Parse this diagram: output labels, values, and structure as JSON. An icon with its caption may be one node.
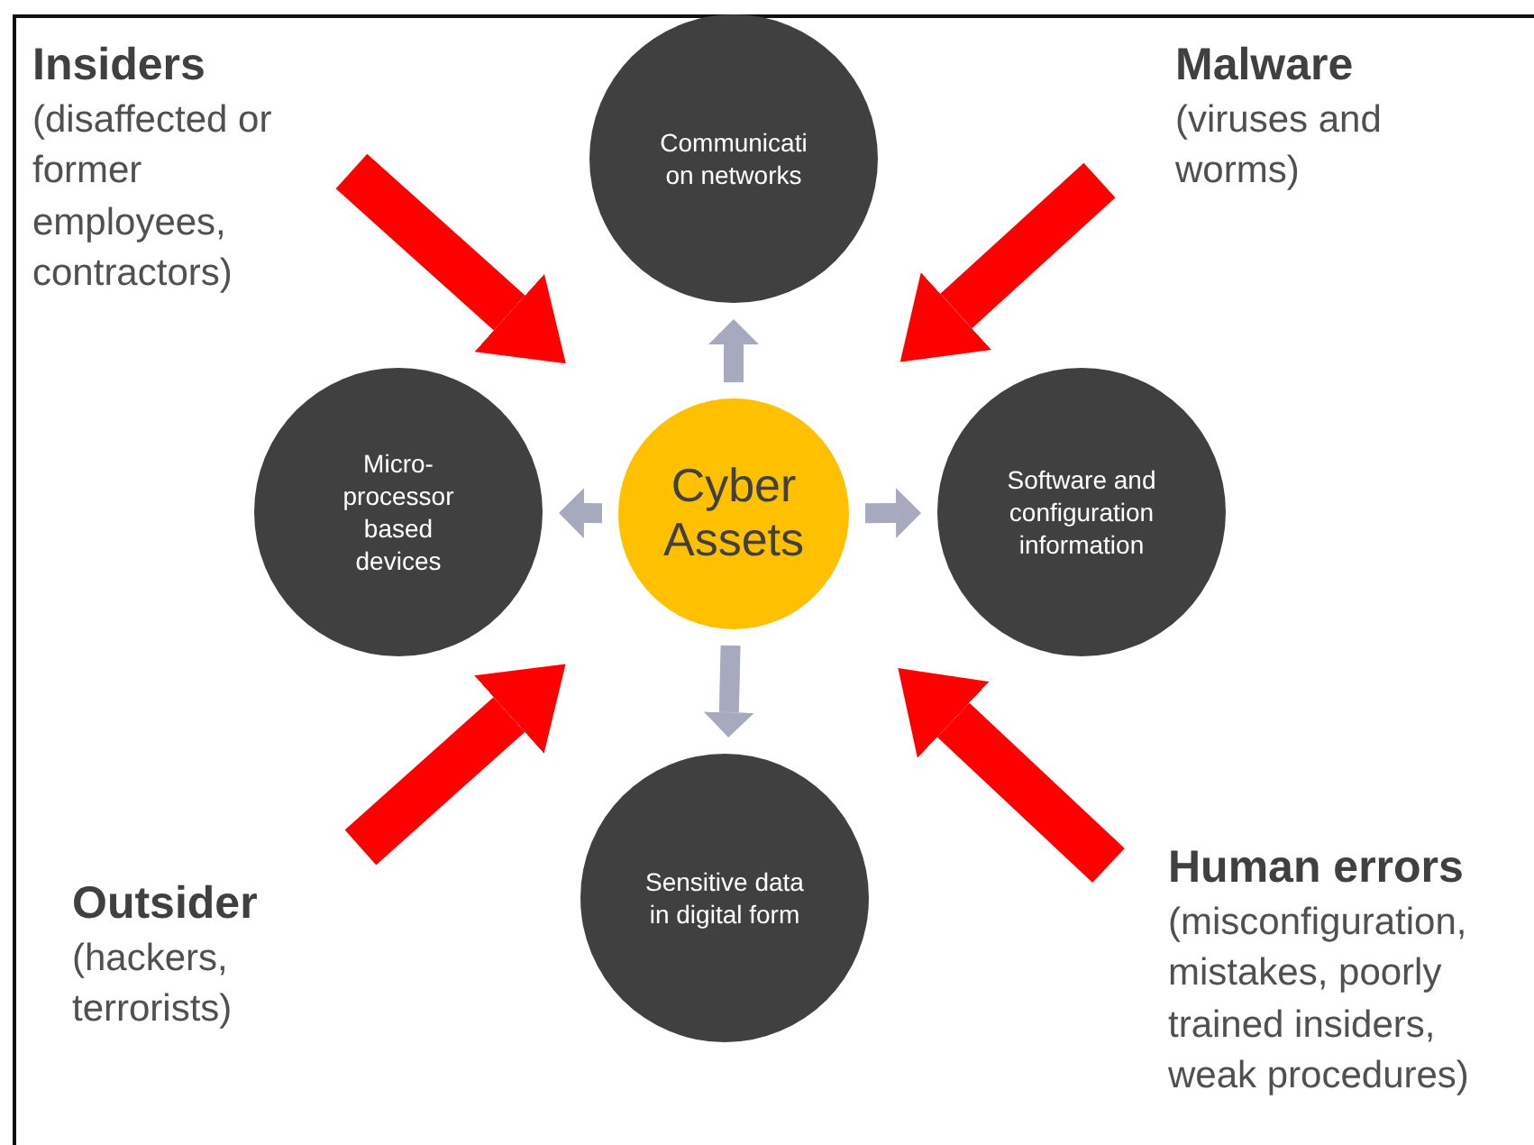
{
  "diagram": {
    "nodes": [
      {
        "text": [
          "Insiders",
          "(disaffected or former employees, contractors)"
        ]
      },
      {
        "text": [
          "Malware",
          "(viruses and worms)"
        ]
      },
      {
        "text": [
          "Communicati on networks"
        ]
      },
      {
        "text": [
          "Micro-processor based devices"
        ]
      },
      {
        "text": [
          "Cyber Assets"
        ]
      },
      {
        "text": [
          "Software and configuration information"
        ]
      },
      {
        "text": [
          "Sensitive data in digital form"
        ]
      },
      {
        "text": [
          "Outsider",
          "(hackers, terrorists)"
        ]
      },
      {
        "text": [
          "Human errors",
          "(misconfiguration, mistakes, poorly trained insiders, weak procedures)"
        ]
      }
    ],
    "edges": [
      {
        "from": 0,
        "to": 4,
        "arrow": "to",
        "style": "thick",
        "color": "#ff0000"
      },
      {
        "from": 1,
        "to": 4,
        "arrow": "to",
        "style": "thick",
        "color": "#ff0000"
      },
      {
        "from": 7,
        "to": 4,
        "arrow": "to",
        "style": "thick",
        "color": "#ff0000"
      },
      {
        "from": 8,
        "to": 4,
        "arrow": "to",
        "style": "thick",
        "color": "#ff0000"
      },
      {
        "from": 4,
        "to": 2,
        "arrow": "to",
        "color": "#a7a9bf"
      },
      {
        "from": 4,
        "to": 3,
        "arrow": "to",
        "color": "#a7a9bf"
      },
      {
        "from": 4,
        "to": 5,
        "arrow": "to",
        "color": "#a7a9bf"
      },
      {
        "from": 4,
        "to": 6,
        "arrow": "to",
        "color": "#a7a9bf"
      }
    ]
  }
}
